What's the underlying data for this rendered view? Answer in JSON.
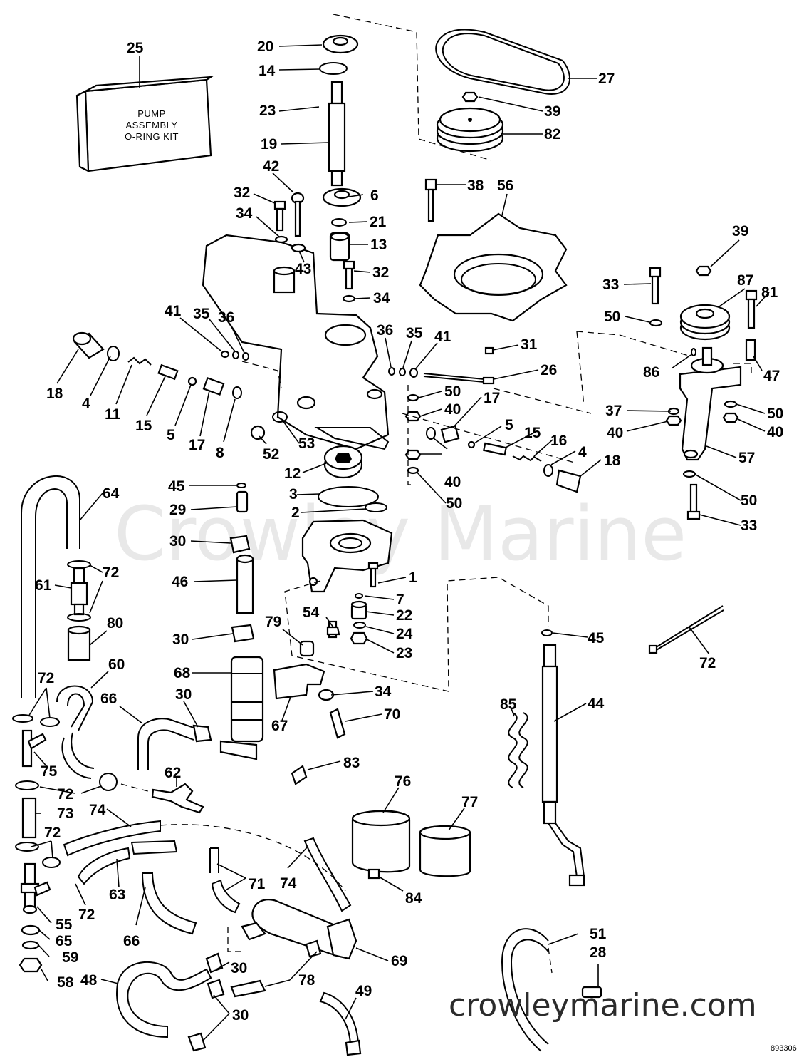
{
  "kit_box": {
    "line1": "PUMP",
    "line2": "ASSEMBLY",
    "line3": "O-RING KIT"
  },
  "watermark": "Crowley Marine",
  "website": "crowleymarine.com",
  "drawing_number": "893306",
  "callouts": [
    "25",
    "20",
    "14",
    "23",
    "19",
    "42",
    "32",
    "6",
    "21",
    "34",
    "13",
    "43",
    "32",
    "34",
    "27",
    "39",
    "82",
    "38",
    "56",
    "39",
    "33",
    "87",
    "81",
    "50",
    "41",
    "35",
    "36",
    "36",
    "35",
    "41",
    "31",
    "26",
    "86",
    "47",
    "18",
    "4",
    "11",
    "15",
    "5",
    "17",
    "8",
    "50",
    "40",
    "17",
    "5",
    "15",
    "16",
    "4",
    "18",
    "37",
    "40",
    "50",
    "40",
    "57",
    "52",
    "53",
    "12",
    "40",
    "50",
    "3",
    "2",
    "50",
    "33",
    "45",
    "29",
    "30",
    "64",
    "72",
    "61",
    "72",
    "46",
    "1",
    "7",
    "22",
    "24",
    "23",
    "54",
    "79",
    "80",
    "30",
    "45",
    "72",
    "60",
    "72",
    "68",
    "34",
    "85",
    "44",
    "66",
    "30",
    "67",
    "70",
    "75",
    "83",
    "62",
    "72",
    "74",
    "76",
    "77",
    "73",
    "72",
    "84",
    "63",
    "72",
    "71",
    "74",
    "55",
    "65",
    "59",
    "58",
    "66",
    "30",
    "69",
    "51",
    "28",
    "48",
    "78",
    "30",
    "49"
  ]
}
